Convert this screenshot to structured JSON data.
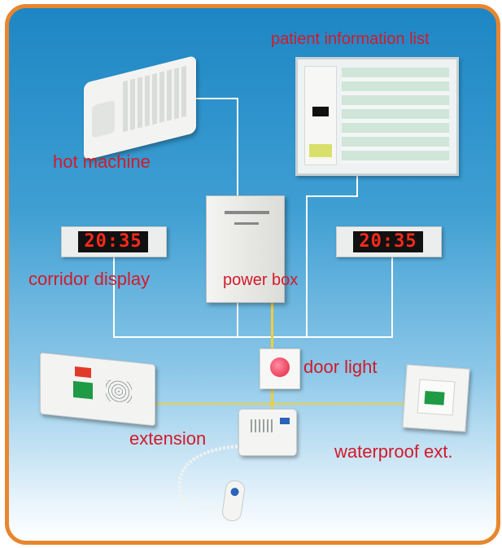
{
  "labels": {
    "patient_info": "patient information list",
    "hot_machine": "hot machine",
    "corridor_display": "corridor display",
    "power_box": "power box",
    "door_light": "door light",
    "extension": "extension",
    "waterproof": "waterproof ext."
  },
  "displays": {
    "left_time": "20:35",
    "right_time": "20:35"
  },
  "colors": {
    "border": "#e8862e",
    "label_red": "#d21a2a",
    "wire_white": "#ffffff",
    "wire_yellow": "#f0ce3c"
  }
}
